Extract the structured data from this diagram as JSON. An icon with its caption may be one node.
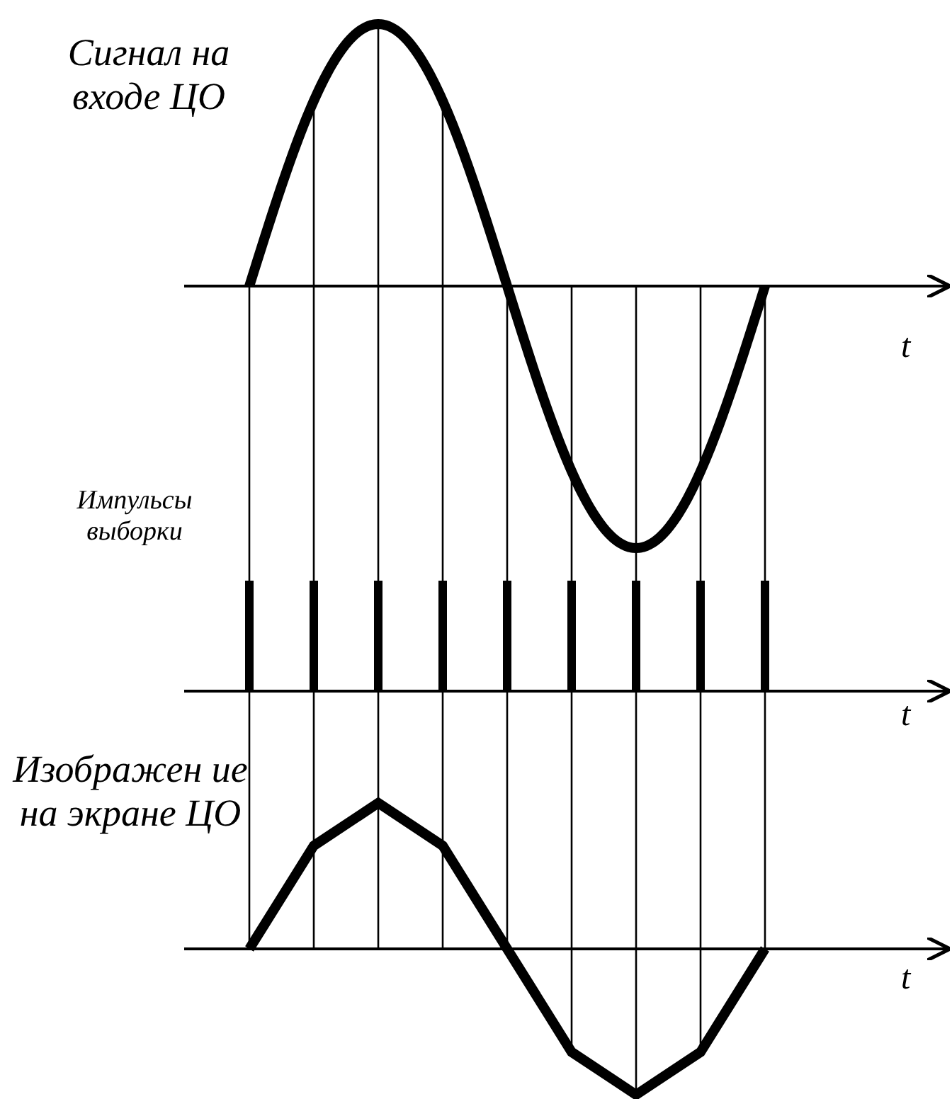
{
  "diagram": {
    "labels": [
      "Сигнал на входе ЦО",
      "t",
      "Импульсы выборки",
      "t",
      "Изображен ие на экране ЦО",
      "t"
    ]
  }
}
